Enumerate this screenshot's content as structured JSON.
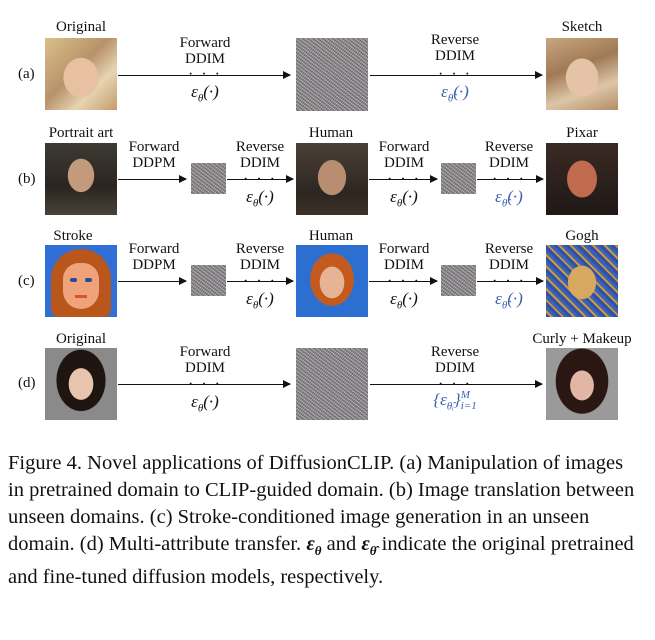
{
  "rows": {
    "a": {
      "label": "(a)",
      "left_title": "Original",
      "right_title": "Sketch",
      "step1": {
        "line1": "Forward",
        "line2": "DDIM",
        "dots": "· · ·",
        "eps": "ε",
        "eps_sub": "θ",
        "eps_arg": "(·)"
      },
      "step2": {
        "line1": "Reverse",
        "line2": "DDIM",
        "dots": "· · ·",
        "eps": "ε",
        "eps_sub": "θ̂",
        "eps_arg": "(·)"
      }
    },
    "b": {
      "label": "(b)",
      "left_title": "Portrait art",
      "mid_title": "Human",
      "right_title": "Pixar",
      "s1": {
        "line1": "Forward",
        "line2": "DDPM"
      },
      "s2": {
        "line1": "Reverse",
        "line2": "DDIM",
        "dots": "· · ·",
        "eps": "ε",
        "eps_sub": "θ",
        "eps_arg": "(·)"
      },
      "s3": {
        "line1": "Forward",
        "line2": "DDIM",
        "dots": "· · ·",
        "eps": "ε",
        "eps_sub": "θ",
        "eps_arg": "(·)"
      },
      "s4": {
        "line1": "Reverse",
        "line2": "DDIM",
        "dots": "· · ·",
        "eps": "ε",
        "eps_sub": "θ̂",
        "eps_arg": "(·)"
      }
    },
    "c": {
      "label": "(c)",
      "left_title": "Stroke",
      "mid_title": "Human",
      "right_title": "Gogh",
      "s1": {
        "line1": "Forward",
        "line2": "DDPM"
      },
      "s2": {
        "line1": "Reverse",
        "line2": "DDIM",
        "dots": "· · ·",
        "eps": "ε",
        "eps_sub": "θ",
        "eps_arg": "(·)"
      },
      "s3": {
        "line1": "Forward",
        "line2": "DDIM",
        "dots": "· · ·",
        "eps": "ε",
        "eps_sub": "θ",
        "eps_arg": "(·)"
      },
      "s4": {
        "line1": "Reverse",
        "line2": "DDIM",
        "dots": "· · ·",
        "eps": "ε",
        "eps_sub": "θ̂",
        "eps_arg": "(·)"
      }
    },
    "d": {
      "label": "(d)",
      "left_title": "Original",
      "right_title": "Curly + Makeup",
      "step1": {
        "line1": "Forward",
        "line2": "DDIM",
        "dots": "· · ·",
        "eps": "ε",
        "eps_sub": "θ",
        "eps_arg": "(·)"
      },
      "step2": {
        "line1": "Reverse",
        "line2": "DDIM",
        "dots": "· · ·",
        "set_open": "{ε",
        "set_sub": "θ̂ᵢ",
        "set_close": "}",
        "set_sup": "M",
        "set_lower": "i=1"
      }
    }
  },
  "caption": "Figure 4. Novel applications of DiffusionCLIP. (a) Manipulation of images in pretrained domain to CLIP-guided domain. (b) Image translation between unseen domains. (c) Stroke-conditioned image generation in an unseen domain. (d) Multi-attribute transfer. ε",
  "caption_parts": {
    "main": "Figure 4. Novel applications of DiffusionCLIP. (a) Manipulation of images in pretrained domain to CLIP-guided domain. (b) Image translation between unseen domains. (c) Stroke-conditioned image generation in an unseen domain. (d) Multi-attribute transfer.",
    "eps1": "ε",
    "eps1_sub": "θ",
    "and": "and",
    "eps2": "ε",
    "eps2_sub": "θ̂",
    "tail": "indicate the original pretrained and fine-tuned diffusion models, respectively."
  }
}
